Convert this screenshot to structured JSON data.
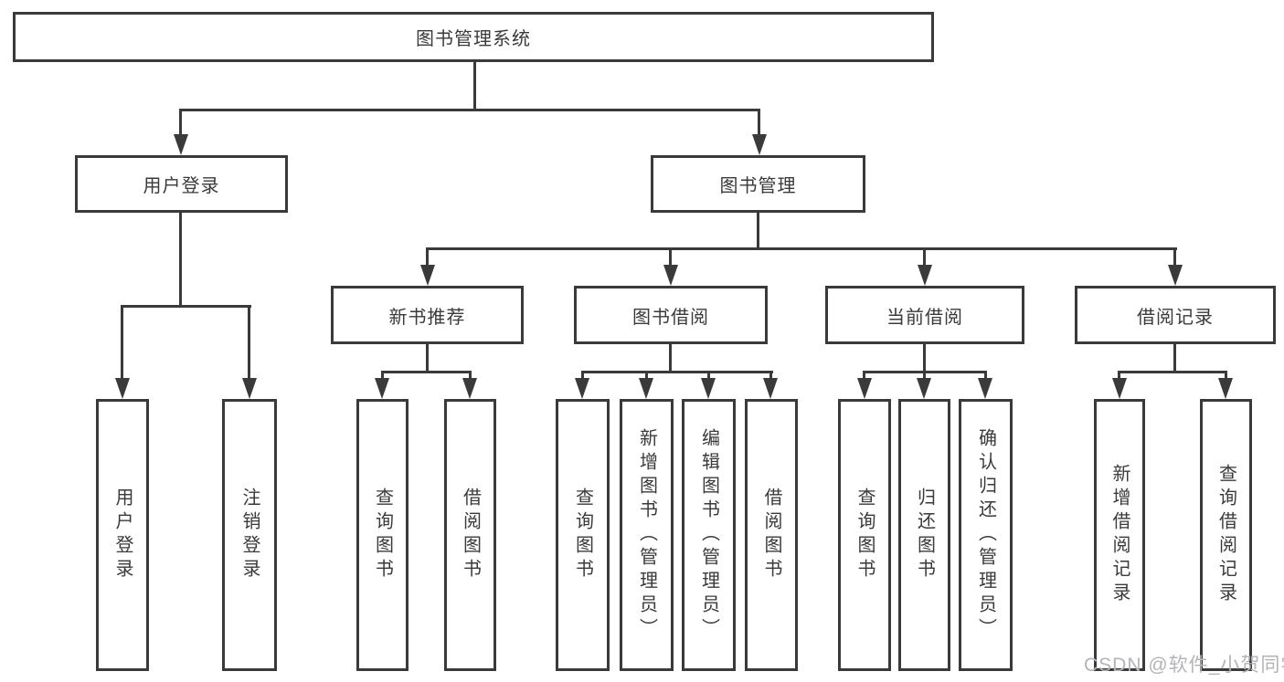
{
  "colors": {
    "line": "#3a3a3a",
    "text": "#3a3a3a",
    "watermark": "#b4b4b8",
    "background": "#ffffff"
  },
  "watermark": {
    "text": "CSDN @软件_小贺同学"
  },
  "tree": {
    "root": {
      "label": "图书管理系统"
    },
    "level2": [
      {
        "label": "用户登录",
        "children": [
          {
            "label": "用户登录"
          },
          {
            "label": "注销登录"
          }
        ]
      },
      {
        "label": "图书管理",
        "children": [
          {
            "label": "新书推荐",
            "children": [
              {
                "label": "查询图书"
              },
              {
                "label": "借阅图书"
              }
            ]
          },
          {
            "label": "图书借阅",
            "children": [
              {
                "label": "查询图书"
              },
              {
                "label": "新增图书（管理员）"
              },
              {
                "label": "编辑图书（管理员）"
              },
              {
                "label": "借阅图书"
              }
            ]
          },
          {
            "label": "当前借阅",
            "children": [
              {
                "label": "查询图书"
              },
              {
                "label": "归还图书"
              },
              {
                "label": "确认归还（管理员）"
              }
            ]
          },
          {
            "label": "借阅记录",
            "children": [
              {
                "label": "新增借阅记录"
              },
              {
                "label": "查询借阅记录"
              }
            ]
          }
        ]
      }
    ]
  }
}
